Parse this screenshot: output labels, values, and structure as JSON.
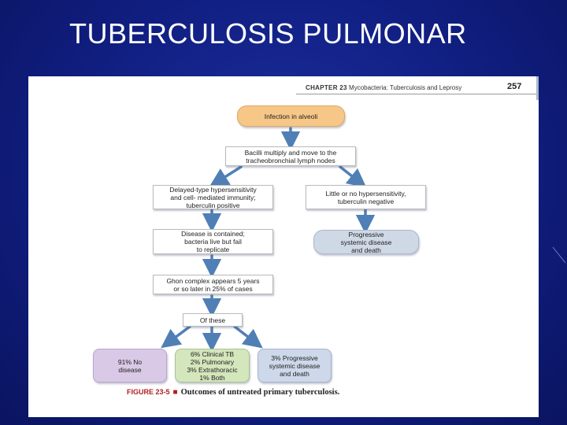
{
  "slide": {
    "title": "TUBERCULOSIS PULMONAR"
  },
  "figure": {
    "chapter_label": "CHAPTER 23",
    "chapter_title": "Mycobacteria: Tuberculosis and Leprosy",
    "page_number": "257",
    "caption_label": "FIGURE 23-5",
    "caption_text": "Outcomes of untreated primary tuberculosis.",
    "nodes": {
      "infection": "Infection in alveoli",
      "bacilli_l1": "Bacilli multiply and move to the",
      "bacilli_l2": "tracheobronchial lymph nodes",
      "delayed_l1": "Delayed-type hypersensitivity",
      "delayed_l2": "and cell- mediated immunity;",
      "delayed_l3": "tuberculin positive",
      "little_l1": "Little or no hypersensitivity,",
      "little_l2": "tuberculin negative",
      "contained_l1": "Disease is contained;",
      "contained_l2": "bacteria live but fail",
      "contained_l3": "to replicate",
      "progressive_l1": "Progressive",
      "progressive_l2": "systemic disease",
      "progressive_l3": "and death",
      "ghon_l1": "Ghon complex appears 5 years",
      "ghon_l2": "or so later in 25% of cases",
      "of_these": "Of these",
      "nodisease_l1": "91% No",
      "nodisease_l2": "disease",
      "clinical_l1": "6% Clinical TB",
      "clinical_l2": "2% Pulmonary",
      "clinical_l3": "3% Extrathoracic",
      "clinical_l4": "1% Both",
      "prog3_l1": "3% Progressive",
      "prog3_l2": "systemic disease",
      "prog3_l3": "and death"
    },
    "colors": {
      "infection_fill": "#f6c787",
      "progressive_fill": "#cfd9e6",
      "no_disease_fill": "#d9c9e6",
      "clinical_fill": "#d4e6bc",
      "prog3_fill": "#cdd8ea",
      "arrow": "#4f7fb5",
      "caption_red": "#b02020"
    }
  }
}
